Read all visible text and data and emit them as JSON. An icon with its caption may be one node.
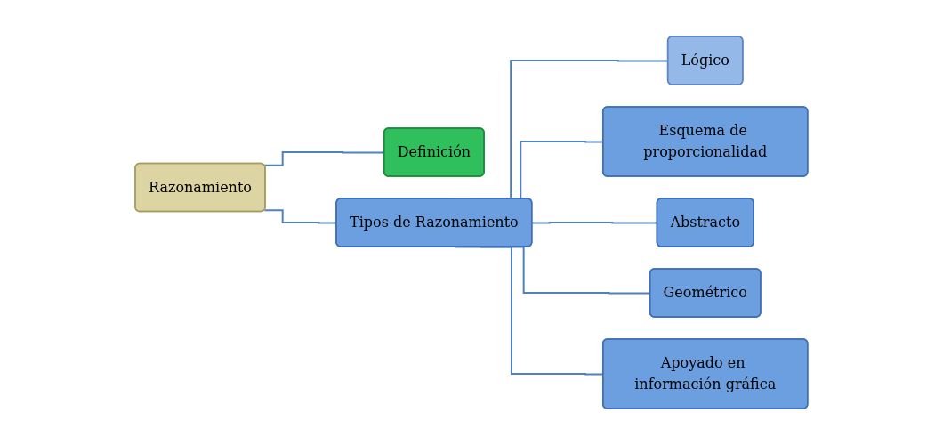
{
  "diagram": {
    "nodes": [
      {
        "text": [
          "Razonamiento"
        ]
      },
      {
        "text": [
          "Definición"
        ]
      },
      {
        "text": [
          "Tipos de Razonamiento"
        ]
      },
      {
        "text": [
          "Lógico"
        ]
      },
      {
        "text": [
          "Esquema de proporcionalidad"
        ]
      },
      {
        "text": [
          "Abstracto"
        ]
      },
      {
        "text": [
          "Geométrico"
        ]
      },
      {
        "text": [
          "Apoyado en información gráfica"
        ]
      }
    ],
    "edges": [
      {
        "from": 0,
        "to": 1,
        "arrow": "none"
      },
      {
        "from": 0,
        "to": 2,
        "arrow": "none"
      },
      {
        "from": 2,
        "to": 3,
        "arrow": "none"
      },
      {
        "from": 2,
        "to": 4,
        "arrow": "none"
      },
      {
        "from": 2,
        "to": 5,
        "arrow": "none"
      },
      {
        "from": 2,
        "to": 6,
        "arrow": "none"
      },
      {
        "from": 2,
        "to": 7,
        "arrow": "none"
      }
    ]
  }
}
